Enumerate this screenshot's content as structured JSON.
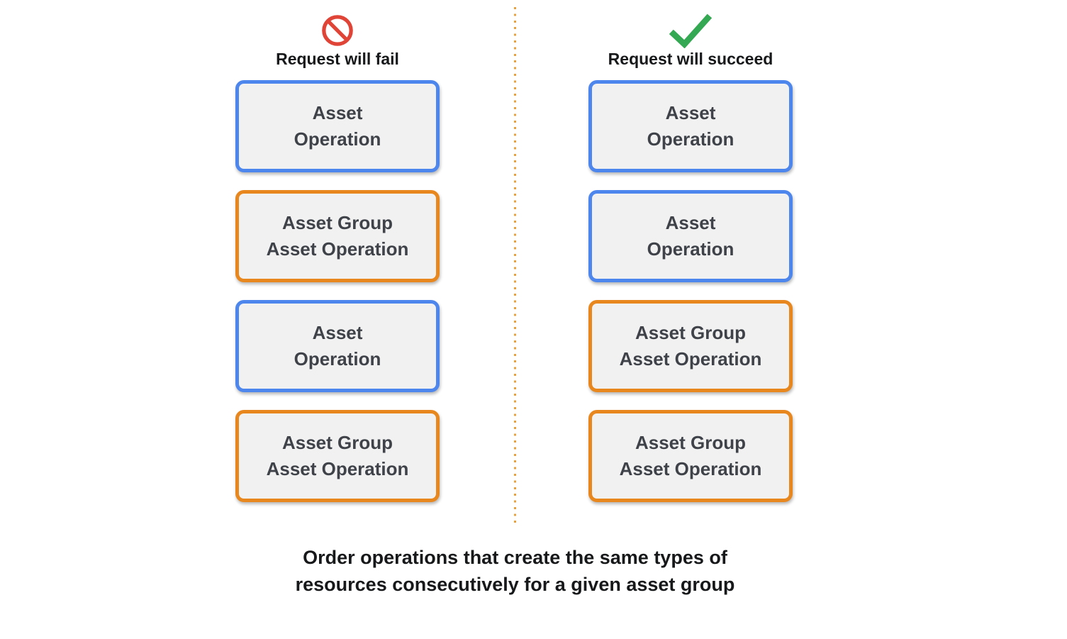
{
  "columns": {
    "fail": {
      "title": "Request will fail",
      "icon": "prohibition-icon",
      "boxes": [
        {
          "type": "asset",
          "line1": "Asset",
          "line2": "Operation"
        },
        {
          "type": "asset-group",
          "line1": "Asset Group",
          "line2": "Asset Operation"
        },
        {
          "type": "asset",
          "line1": "Asset",
          "line2": "Operation"
        },
        {
          "type": "asset-group",
          "line1": "Asset Group",
          "line2": "Asset Operation"
        }
      ]
    },
    "succeed": {
      "title": "Request will succeed",
      "icon": "checkmark-icon",
      "boxes": [
        {
          "type": "asset",
          "line1": "Asset",
          "line2": "Operation"
        },
        {
          "type": "asset",
          "line1": "Asset",
          "line2": "Operation"
        },
        {
          "type": "asset-group",
          "line1": "Asset Group",
          "line2": "Asset Operation"
        },
        {
          "type": "asset-group",
          "line1": "Asset Group",
          "line2": "Asset Operation"
        }
      ]
    }
  },
  "caption": {
    "line1": "Order operations that create the same types of",
    "line2": "resources consecutively for a given asset group"
  },
  "colors": {
    "asset_operation_border": "#4D86EC",
    "asset_group_border": "#E8871D",
    "box_background": "#F1F1F1",
    "box_text": "#3F4349",
    "heading_text": "#17181A",
    "divider_dots": "#E9A140",
    "fail_icon": "#DF4437",
    "succeed_icon": "#34A853"
  }
}
